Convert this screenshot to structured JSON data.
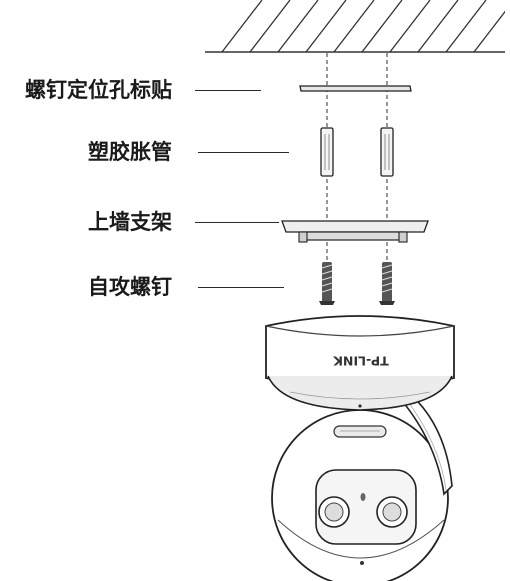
{
  "labels": {
    "sticker": "螺钉定位孔标贴",
    "anchor": "塑胶胀管",
    "bracket": "上墙支架",
    "screw": "自攻螺钉"
  },
  "camera": {
    "brand_text": "TP-LINK"
  }
}
